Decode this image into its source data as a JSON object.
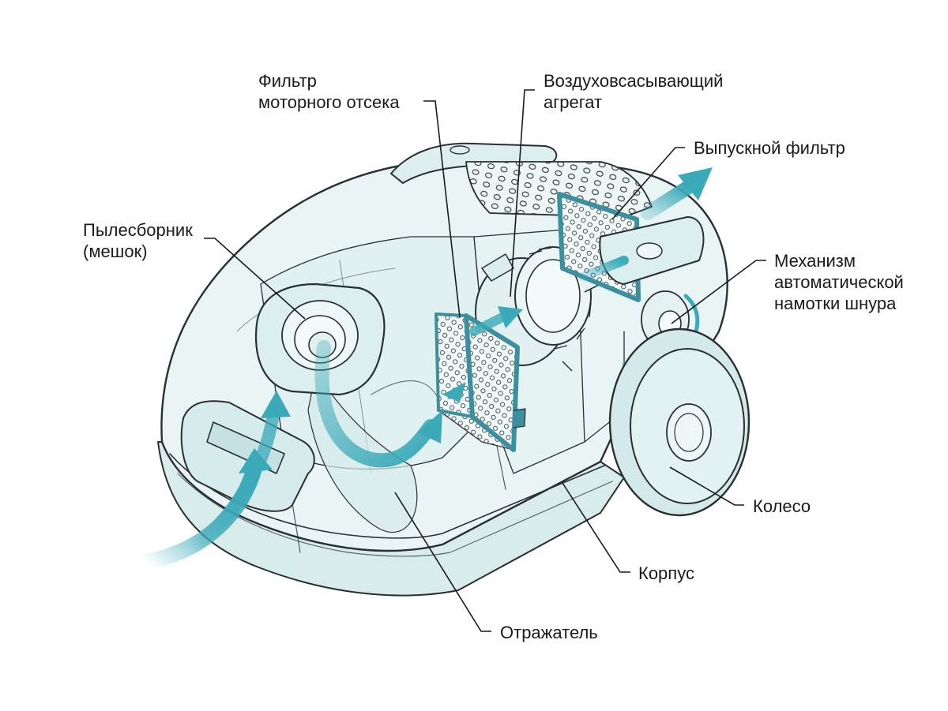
{
  "diagram": {
    "labels": {
      "motor_filter": [
        "Фильтр",
        "моторного отсека"
      ],
      "air_unit": [
        "Воздуховсасывающий",
        "агрегат"
      ],
      "exhaust_filter": [
        "Выпускной фильтр"
      ],
      "dust_bag": [
        "Пылесборник",
        "(мешок)"
      ],
      "cord_mechanism": [
        "Механизм",
        "автоматической",
        "намотки шнура"
      ],
      "wheel": [
        "Колесо"
      ],
      "housing": [
        "Корпус"
      ],
      "reflector": [
        "Отражатель"
      ]
    },
    "colors": {
      "outline": "#2a2f33",
      "shell_fill": "#e6f3f3",
      "shell_fill_dark": "#cfe6e7",
      "airflow": "#3aa9b8",
      "filter_frame": "#3b8f9e",
      "leader": "#1a1a1a"
    }
  }
}
